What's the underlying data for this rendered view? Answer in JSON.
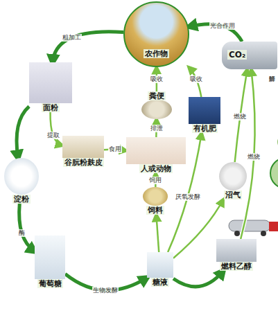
{
  "diagram": {
    "nodes": [
      {
        "text": [
          "农作物"
        ]
      },
      {
        "text": [
          "面粉"
        ]
      },
      {
        "text": [
          "谷朊粉麸皮"
        ]
      },
      {
        "text": [
          "淀粉"
        ]
      },
      {
        "text": [
          "葡萄糖"
        ]
      },
      {
        "text": [
          "糖液"
        ]
      },
      {
        "text": [
          "燃料乙醇"
        ]
      },
      {
        "text": [
          "饲料"
        ]
      },
      {
        "text": [
          "人或动物"
        ]
      },
      {
        "text": [
          "粪便"
        ]
      },
      {
        "text": [
          "有机肥"
        ]
      },
      {
        "text": [
          "沼气"
        ]
      },
      {
        "text": [
          "CO₂"
        ]
      }
    ],
    "edges": [
      {
        "from": 0,
        "to": 1,
        "label": "粗加工",
        "arrow": "to"
      },
      {
        "from": 1,
        "to": 2,
        "label": "提取",
        "arrow": "to"
      },
      {
        "from": 1,
        "to": 3,
        "arrow": "to"
      },
      {
        "from": 3,
        "to": 4,
        "label": "酶",
        "arrow": "to"
      },
      {
        "from": 4,
        "to": 5,
        "label": "生物发酵",
        "arrow": "to"
      },
      {
        "from": 5,
        "to": 6,
        "arrow": "to"
      },
      {
        "from": 5,
        "to": 7,
        "arrow": "to"
      },
      {
        "from": 5,
        "to": 11,
        "arrow": "to"
      },
      {
        "from": 5,
        "to": 10,
        "label": "厌氧发酵",
        "arrow": "to"
      },
      {
        "from": 11,
        "to": 12,
        "label": "燃烧",
        "arrow": "to"
      },
      {
        "from": 6,
        "to": 12,
        "label": "燃烧",
        "arrow": "to"
      },
      {
        "from": 12,
        "to": 0,
        "label": "光合作用",
        "arrow": "to"
      },
      {
        "from": 10,
        "to": 0,
        "label": "吸收",
        "arrow": "to"
      },
      {
        "from": 9,
        "to": 0,
        "label": "吸收",
        "arrow": "to"
      },
      {
        "from": 8,
        "to": 9,
        "label": "排泄",
        "arrow": "to"
      },
      {
        "from": 7,
        "to": 8,
        "label": "饲用",
        "arrow": "to"
      },
      {
        "from": 2,
        "to": 8,
        "label": "食用",
        "arrow": "to"
      }
    ],
    "labels": [
      "降解"
    ]
  }
}
